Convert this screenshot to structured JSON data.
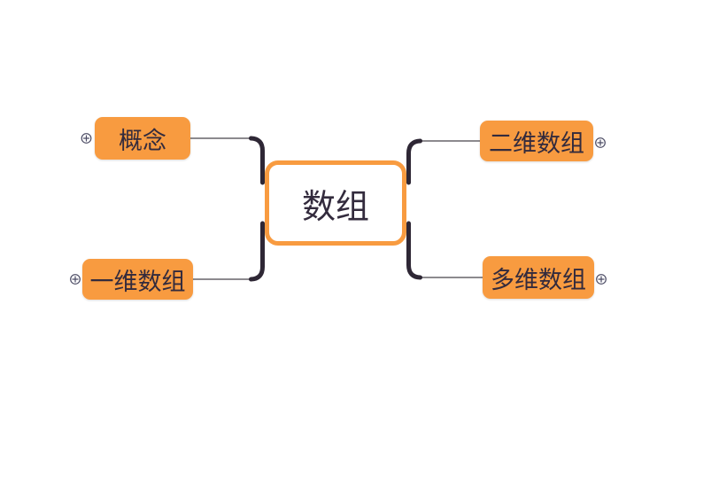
{
  "app": {
    "name": "mind-map",
    "background": "#ffffff"
  },
  "topics": {
    "root": {
      "label": "数组"
    },
    "left": [
      {
        "label": "概念"
      },
      {
        "label": "一维数组"
      }
    ],
    "right": [
      {
        "label": "二维数组"
      },
      {
        "label": "多维数组"
      }
    ]
  },
  "icons": {
    "expand": "circled-plus"
  },
  "colors": {
    "topic_fill": "#f89b40",
    "topic_text": "#332b3d",
    "root_fill": "#ffffff",
    "root_border": "#f89b40",
    "branch_trunk": "#2e2735",
    "branch_line": "#8c8a8e",
    "expand_stroke": "#4a4a63"
  }
}
